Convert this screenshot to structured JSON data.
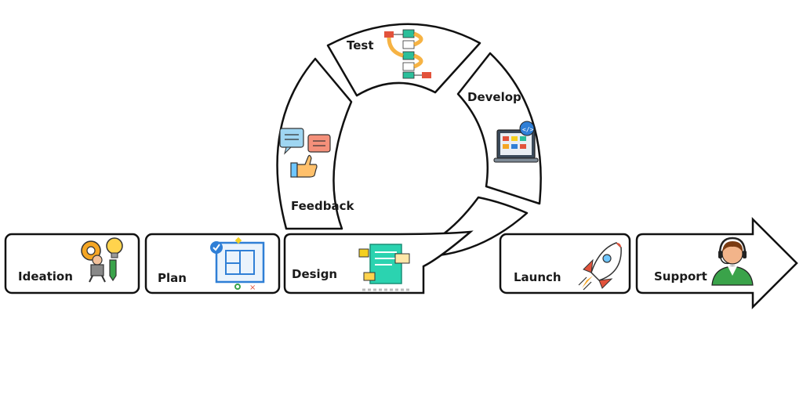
{
  "stages": [
    {
      "label": "Ideation",
      "icon": "gears-lightbulb-person-icon"
    },
    {
      "label": "Plan",
      "icon": "blueprint-plan-icon"
    },
    {
      "label": "Design",
      "icon": "design-document-icon"
    },
    {
      "label": "Launch",
      "icon": "rocket-icon"
    },
    {
      "label": "Support",
      "icon": "support-agent-headset-icon"
    }
  ],
  "cycle": [
    {
      "label": "Test",
      "icon": "flowchart-icon"
    },
    {
      "label": "Develop",
      "icon": "laptop-code-icon"
    },
    {
      "label": "Feedback",
      "icon": "feedback-chat-thumbsup-icon"
    }
  ],
  "colors": {
    "outline": "#111111",
    "blue": "#2f7fd6",
    "orange": "#f5a623",
    "red": "#e2523b",
    "teal": "#2bbf9a",
    "green": "#3aa34a"
  }
}
